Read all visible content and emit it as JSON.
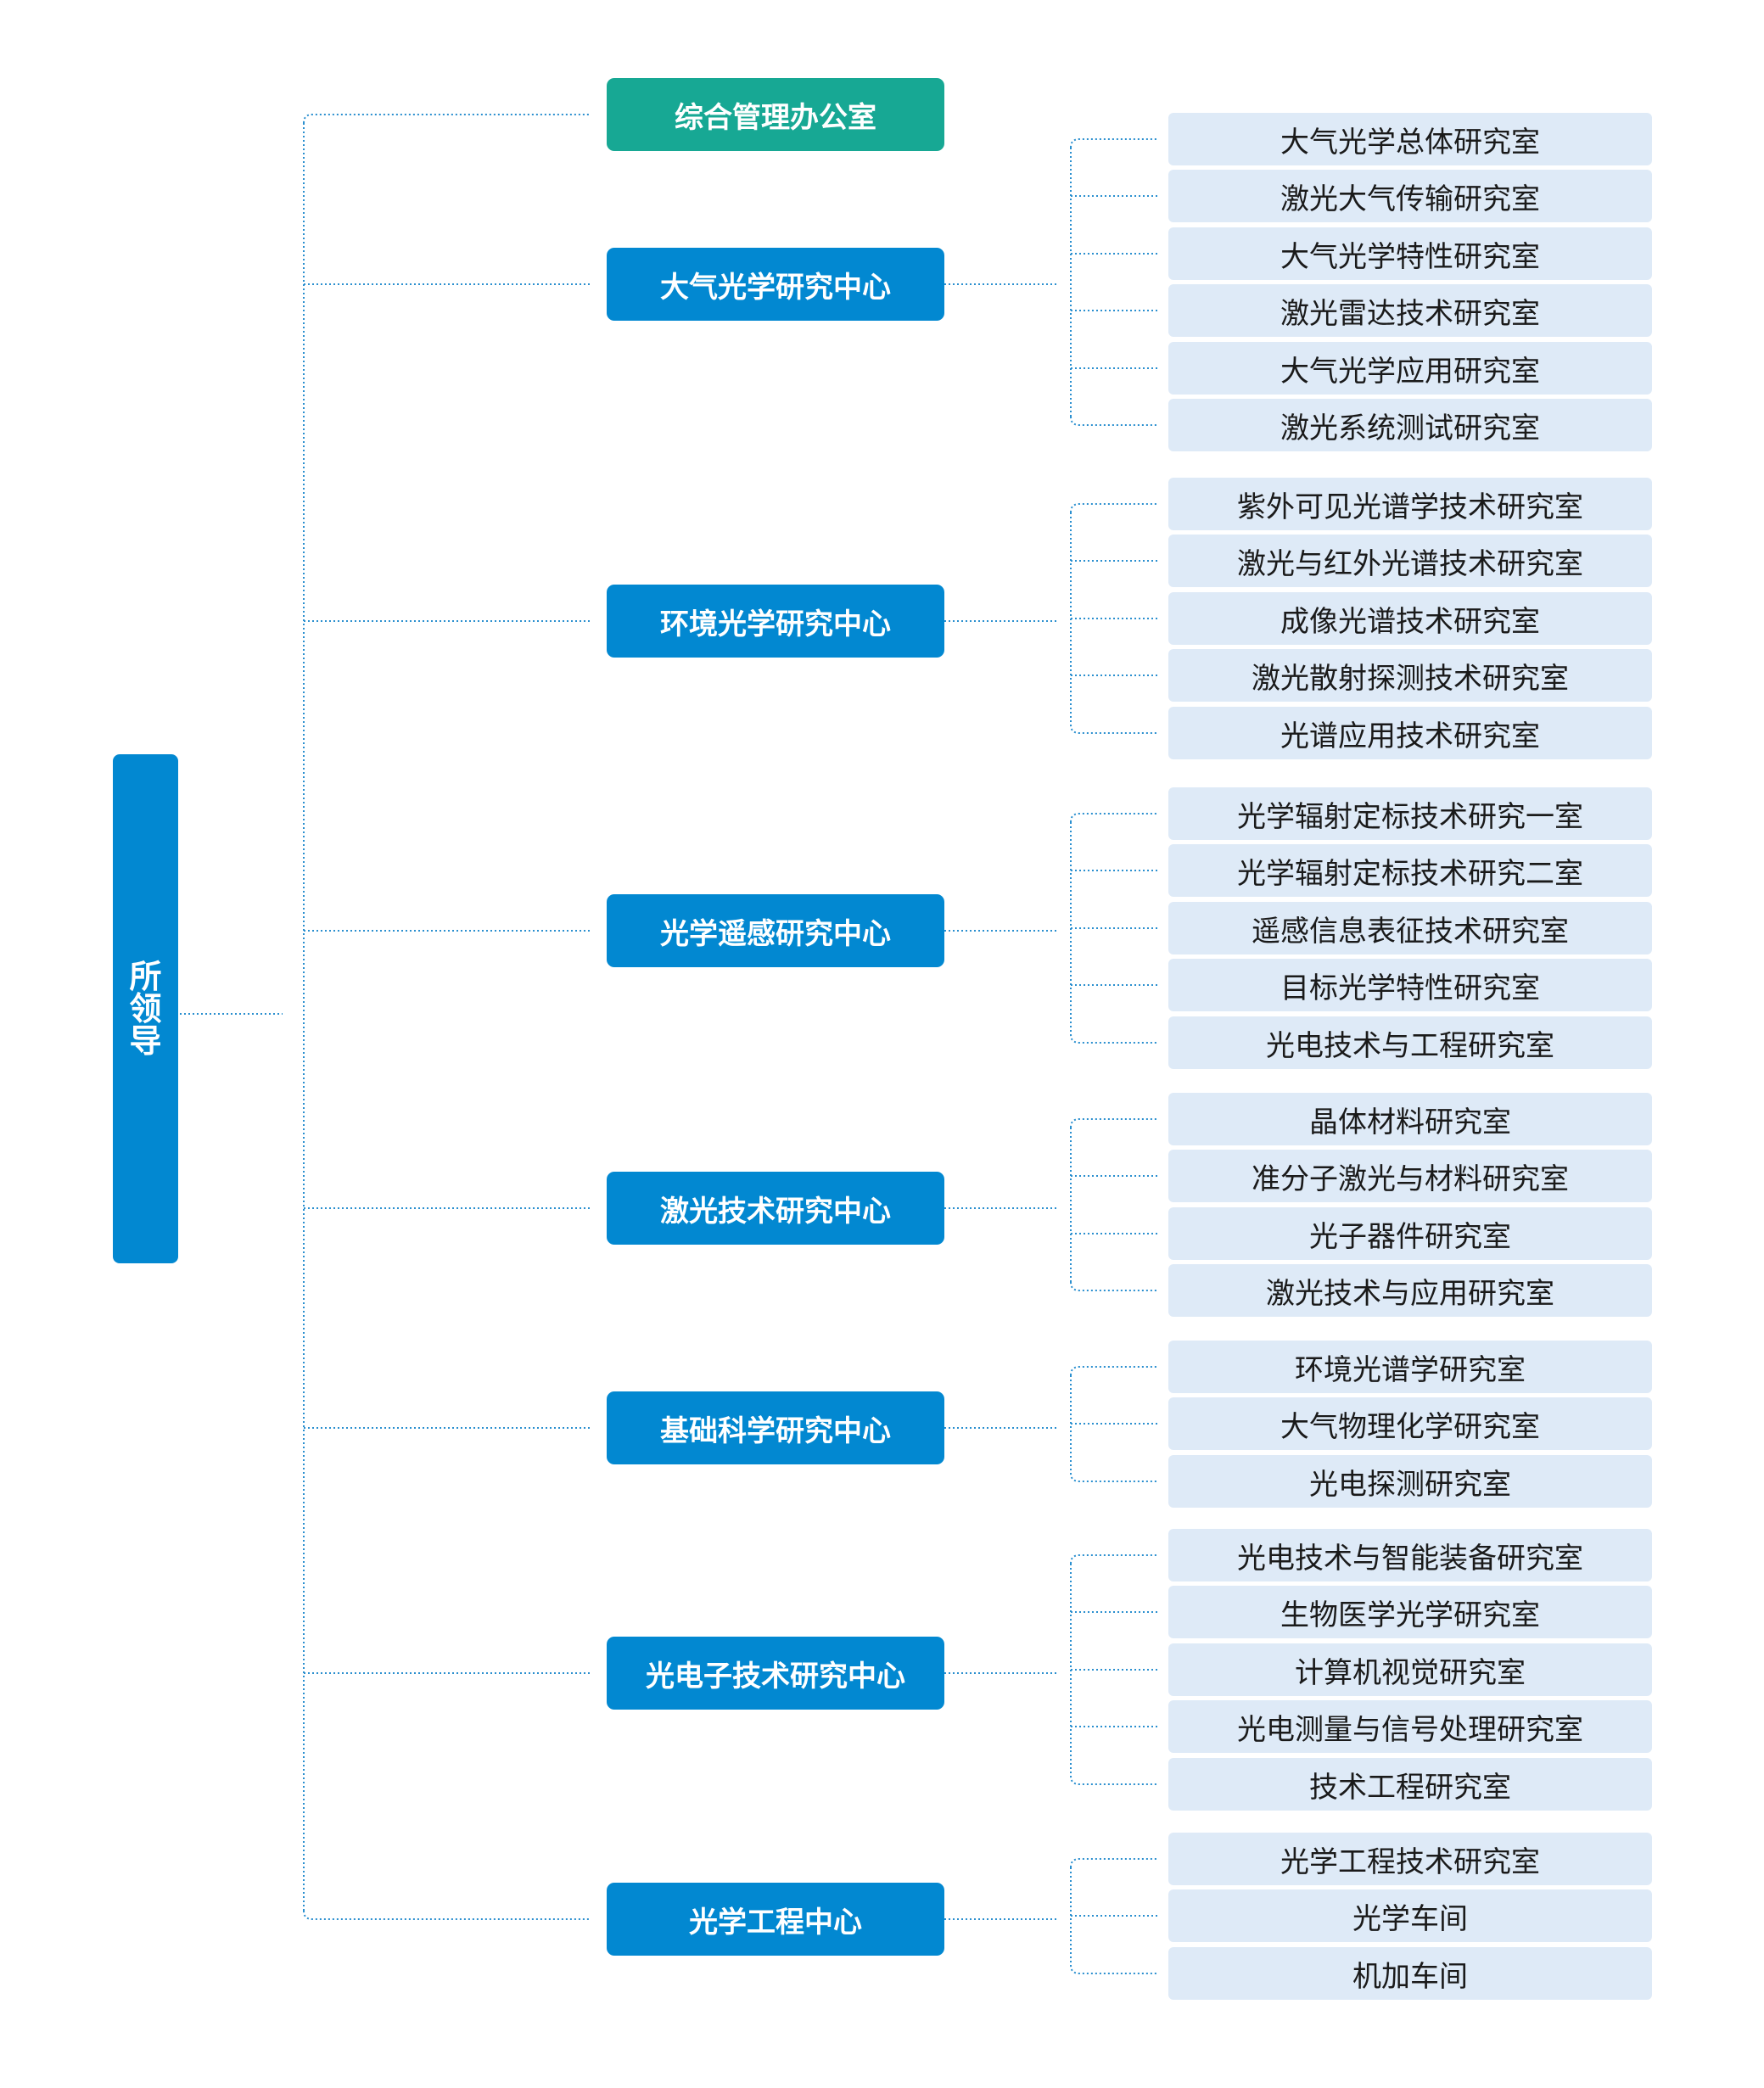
{
  "colors": {
    "root": "#0288d1",
    "office": "#17a894",
    "center": "#0288d1",
    "lab_bg": "#deeaf7",
    "lab_text": "#1a1a1a",
    "line": "#2a8fcf"
  },
  "root": {
    "label": "所领导"
  },
  "office": {
    "label": "综合管理办公室"
  },
  "centers": [
    {
      "label": "大气光学研究中心",
      "labs": [
        "大气光学总体研究室",
        "激光大气传输研究室",
        "大气光学特性研究室",
        "激光雷达技术研究室",
        "大气光学应用研究室",
        "激光系统测试研究室"
      ]
    },
    {
      "label": "环境光学研究中心",
      "labs": [
        "紫外可见光谱学技术研究室",
        "激光与红外光谱技术研究室",
        "成像光谱技术研究室",
        "激光散射探测技术研究室",
        "光谱应用技术研究室"
      ]
    },
    {
      "label": "光学遥感研究中心",
      "labs": [
        "光学辐射定标技术研究一室",
        "光学辐射定标技术研究二室",
        "遥感信息表征技术研究室",
        "目标光学特性研究室",
        "光电技术与工程研究室"
      ]
    },
    {
      "label": "激光技术研究中心",
      "labs": [
        "晶体材料研究室",
        "准分子激光与材料研究室",
        "光子器件研究室",
        "激光技术与应用研究室"
      ]
    },
    {
      "label": "基础科学研究中心",
      "labs": [
        "环境光谱学研究室",
        "大气物理化学研究室",
        "光电探测研究室"
      ]
    },
    {
      "label": "光电子技术研究中心",
      "labs": [
        "光电技术与智能装备研究室",
        "生物医学光学研究室",
        "计算机视觉研究室",
        "光电测量与信号处理研究室",
        "技术工程研究室"
      ]
    },
    {
      "label": "光学工程中心",
      "labs": [
        "光学工程技术研究室",
        "光学车间",
        "机加车间"
      ]
    }
  ]
}
